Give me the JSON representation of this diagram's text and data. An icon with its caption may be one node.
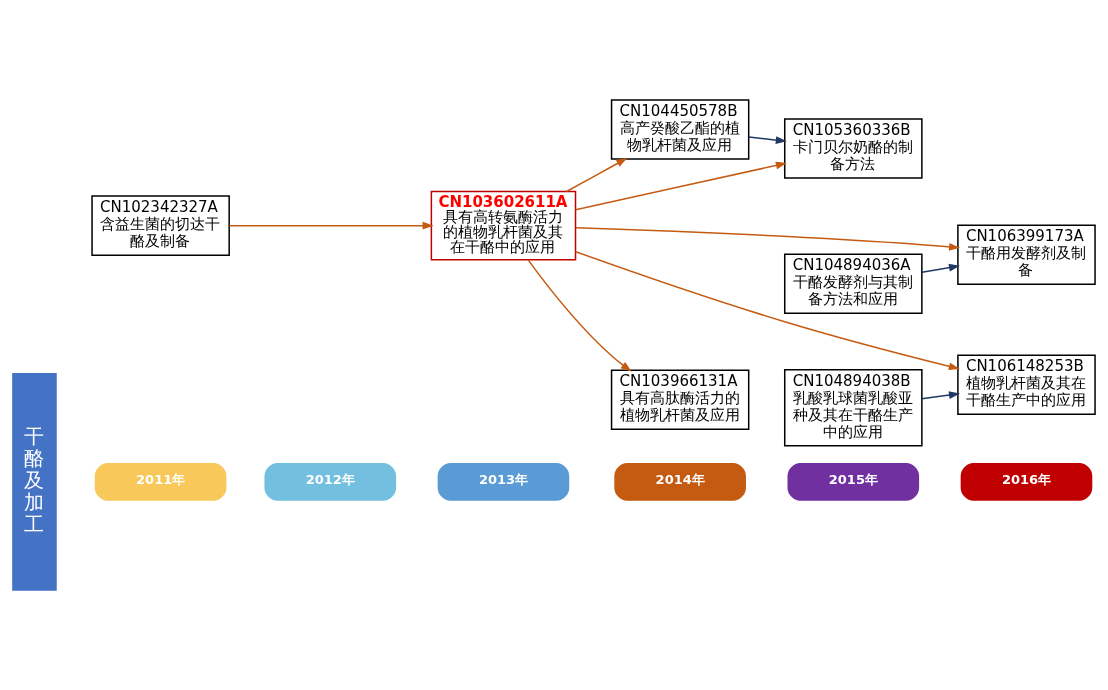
{
  "diagram": {
    "nodes": [
      {
        "text": [
          "2011年"
        ]
      },
      {
        "text": [
          "2012年"
        ]
      },
      {
        "text": [
          "2013年"
        ]
      },
      {
        "text": [
          "2014年"
        ]
      },
      {
        "text": [
          "2015年"
        ]
      },
      {
        "text": [
          "2016年"
        ]
      },
      {
        "text": [
          "干酪及加工"
        ]
      },
      {
        "text": [
          "CN102342327A",
          "含益生菌的切达干酪及制备"
        ]
      },
      {
        "text": [
          "CN104450578B",
          "高产癸酸乙酯的植物乳杆菌及应用"
        ]
      },
      {
        "text": [
          "CN105360336B",
          "卡门贝尔奶酪的制备方法"
        ]
      },
      {
        "text": [
          "CN103602611A",
          "具有高转氨酶活力的植物乳杆菌及其在干酪中的应用"
        ]
      },
      {
        "text": [
          "CN106399173A",
          "干酪用发酵剂及制备"
        ]
      },
      {
        "text": [
          "CN104894036A",
          "干酪发酵剂与其制备方法和应用"
        ]
      },
      {
        "text": [
          "CN106148253B",
          "植物乳杆菌及其在干酪生产中的应用"
        ]
      },
      {
        "text": [
          "CN103966131A",
          "具有高肽酶活力的植物乳杆菌及应用"
        ]
      },
      {
        "text": [
          "CN104894038B",
          "乳酸乳球菌乳酸亚种及其在干酪生产中的应用"
        ]
      }
    ],
    "edges": [
      {
        "from": 7,
        "to": 10,
        "arrow": "to"
      },
      {
        "from": 10,
        "to": 8,
        "arrow": "to"
      },
      {
        "from": 10,
        "to": 9,
        "arrow": "to"
      },
      {
        "from": 10,
        "to": 11,
        "arrow": "to"
      },
      {
        "from": 10,
        "to": 14,
        "arrow": "to"
      },
      {
        "from": 10,
        "to": 13,
        "arrow": "to"
      },
      {
        "from": 8,
        "to": 9,
        "arrow": "to",
        "color": "#1f3864"
      },
      {
        "from": 12,
        "to": 11,
        "arrow": "to",
        "color": "#1f3864"
      },
      {
        "from": 15,
        "to": 13,
        "arrow": "to",
        "color": "#1f3864"
      }
    ]
  }
}
